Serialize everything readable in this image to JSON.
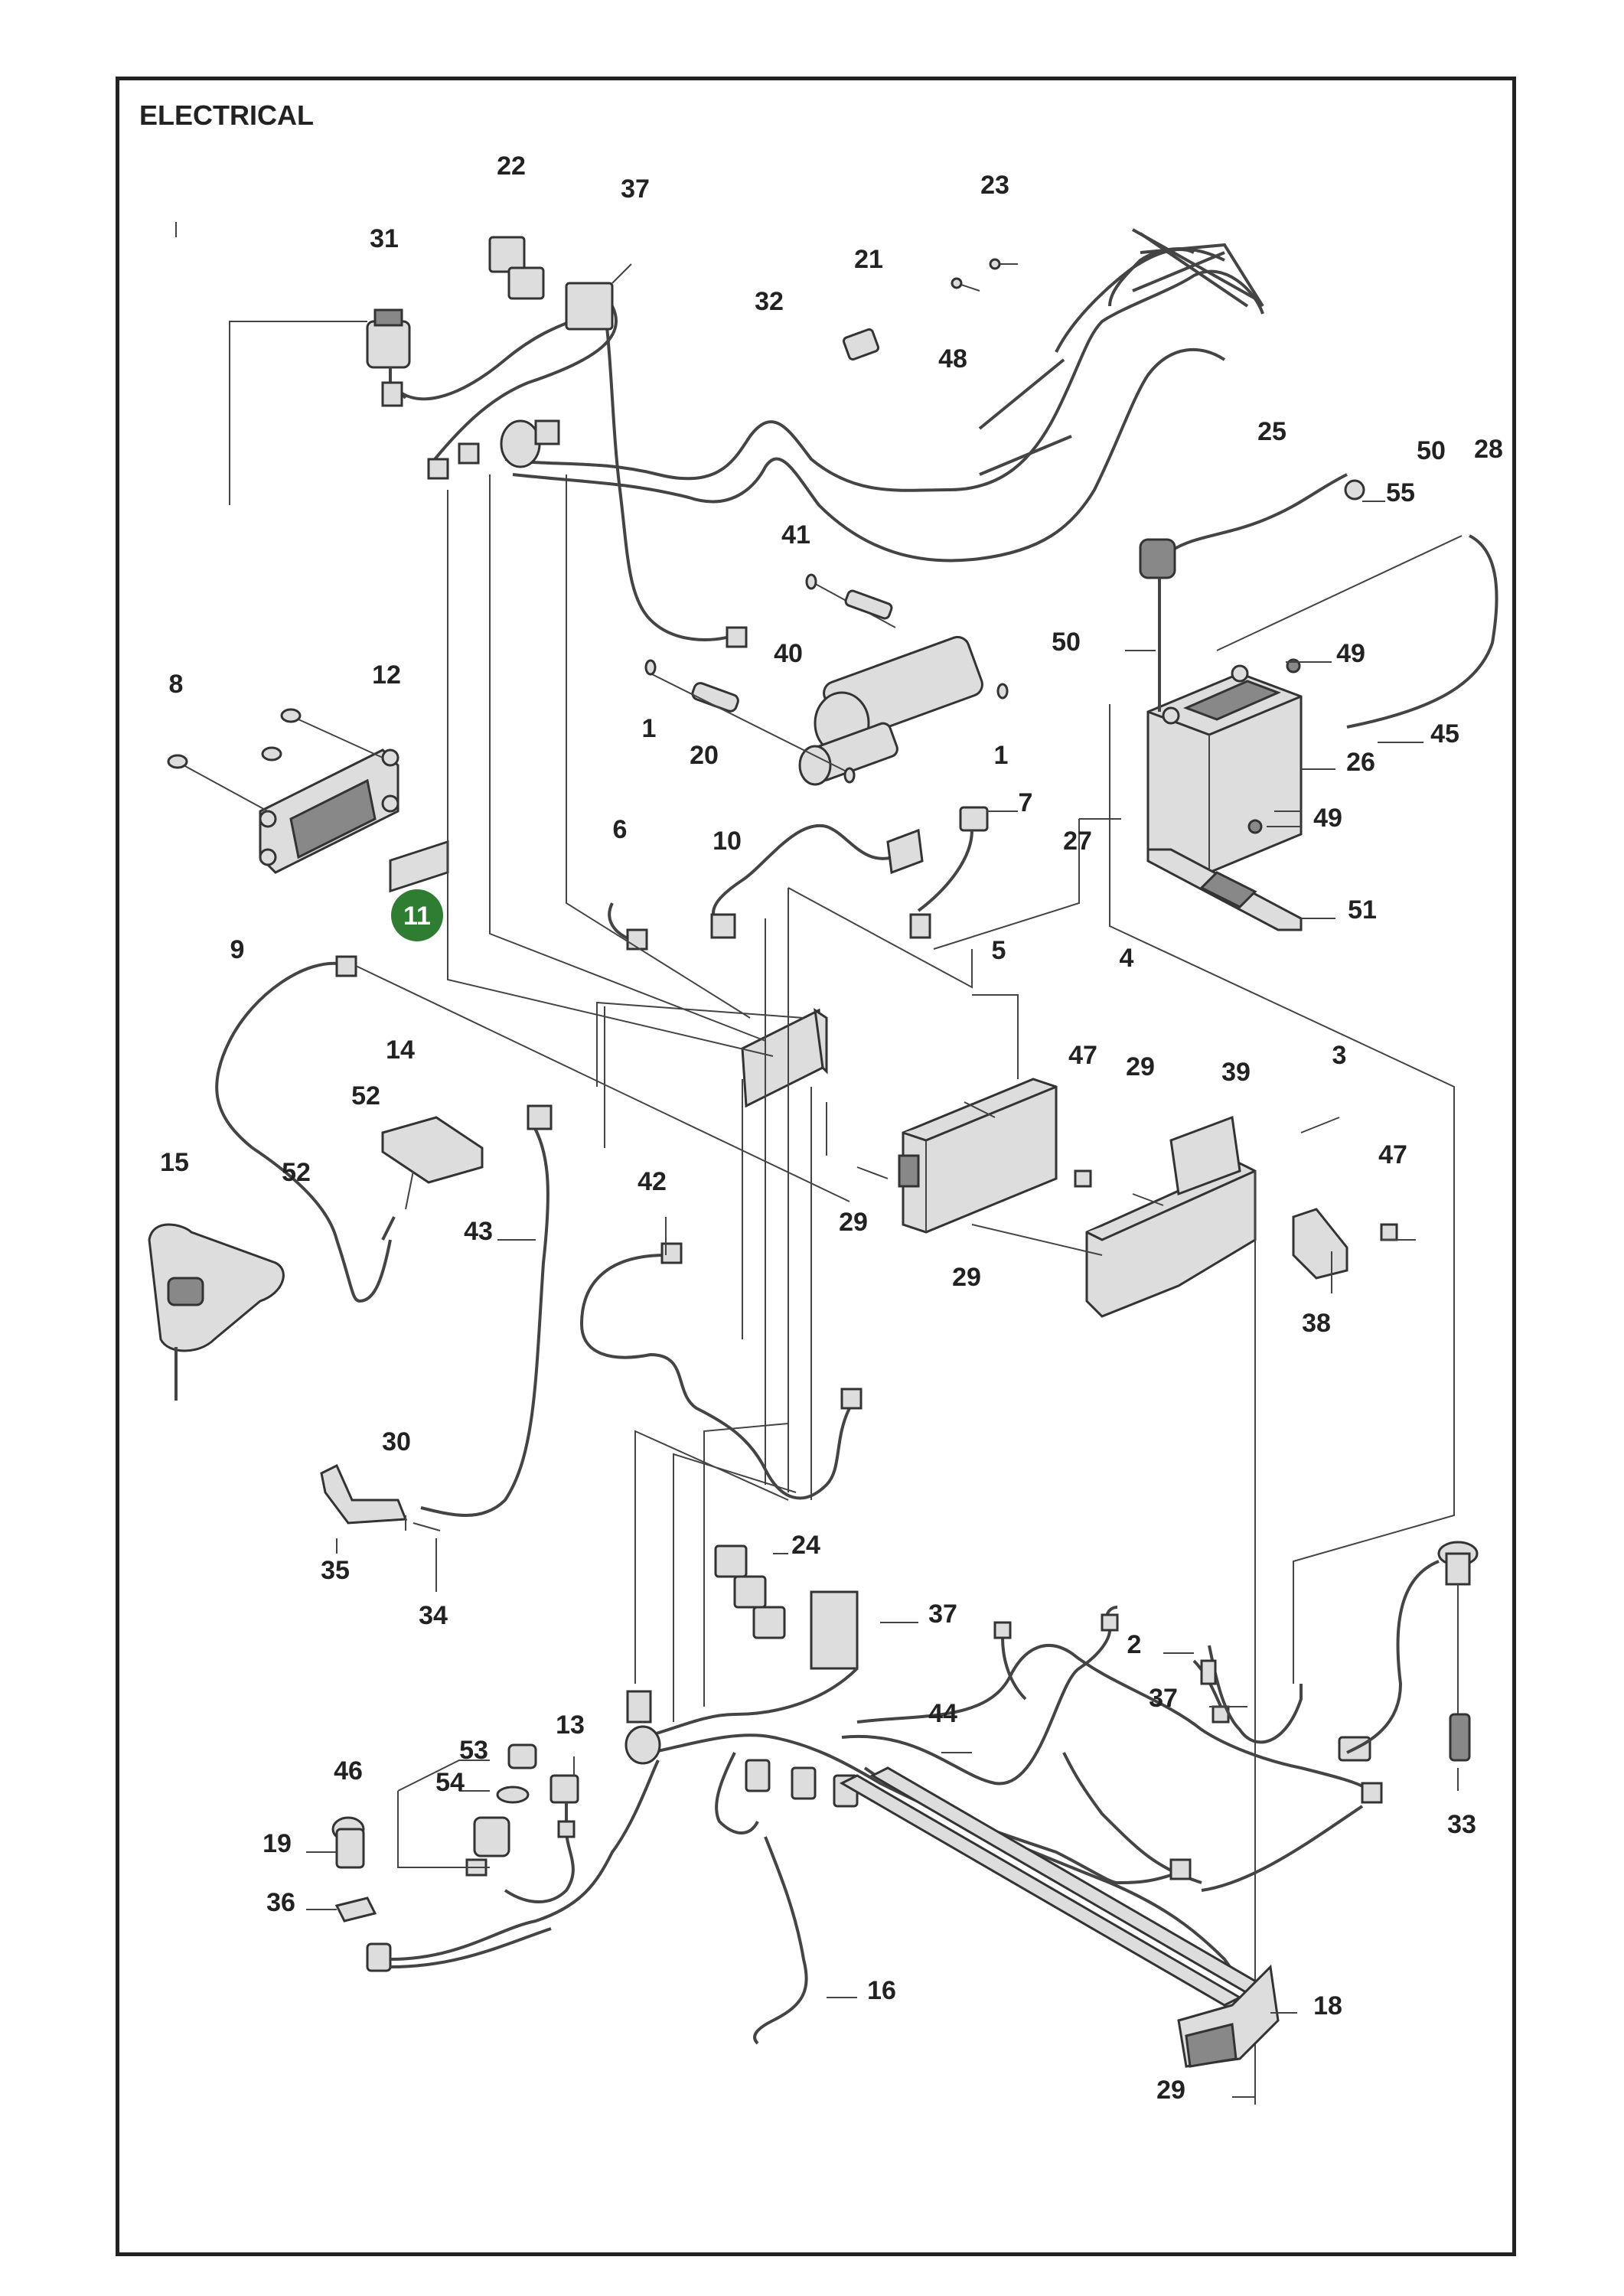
{
  "title": "ELECTRICAL",
  "highlight_color": "#2e7d32",
  "highlighted_callout": "11",
  "callouts": [
    {
      "n": "22"
    },
    {
      "n": "37"
    },
    {
      "n": "23"
    },
    {
      "n": "31"
    },
    {
      "n": "21"
    },
    {
      "n": "32"
    },
    {
      "n": "48"
    },
    {
      "n": "25"
    },
    {
      "n": "50"
    },
    {
      "n": "28"
    },
    {
      "n": "55"
    },
    {
      "n": "41"
    },
    {
      "n": "40"
    },
    {
      "n": "50"
    },
    {
      "n": "49"
    },
    {
      "n": "8"
    },
    {
      "n": "12"
    },
    {
      "n": "1"
    },
    {
      "n": "20"
    },
    {
      "n": "1"
    },
    {
      "n": "45"
    },
    {
      "n": "26"
    },
    {
      "n": "49"
    },
    {
      "n": "10"
    },
    {
      "n": "6"
    },
    {
      "n": "7"
    },
    {
      "n": "27"
    },
    {
      "n": "51"
    },
    {
      "n": "11"
    },
    {
      "n": "9"
    },
    {
      "n": "5"
    },
    {
      "n": "4"
    },
    {
      "n": "14"
    },
    {
      "n": "47"
    },
    {
      "n": "29"
    },
    {
      "n": "39"
    },
    {
      "n": "3"
    },
    {
      "n": "52"
    },
    {
      "n": "15"
    },
    {
      "n": "52"
    },
    {
      "n": "43"
    },
    {
      "n": "42"
    },
    {
      "n": "29"
    },
    {
      "n": "47"
    },
    {
      "n": "29"
    },
    {
      "n": "38"
    },
    {
      "n": "30"
    },
    {
      "n": "35"
    },
    {
      "n": "34"
    },
    {
      "n": "24"
    },
    {
      "n": "37"
    },
    {
      "n": "2"
    },
    {
      "n": "37"
    },
    {
      "n": "13"
    },
    {
      "n": "44"
    },
    {
      "n": "46"
    },
    {
      "n": "53"
    },
    {
      "n": "54"
    },
    {
      "n": "19"
    },
    {
      "n": "33"
    },
    {
      "n": "36"
    },
    {
      "n": "16"
    },
    {
      "n": "18"
    },
    {
      "n": "29"
    }
  ]
}
